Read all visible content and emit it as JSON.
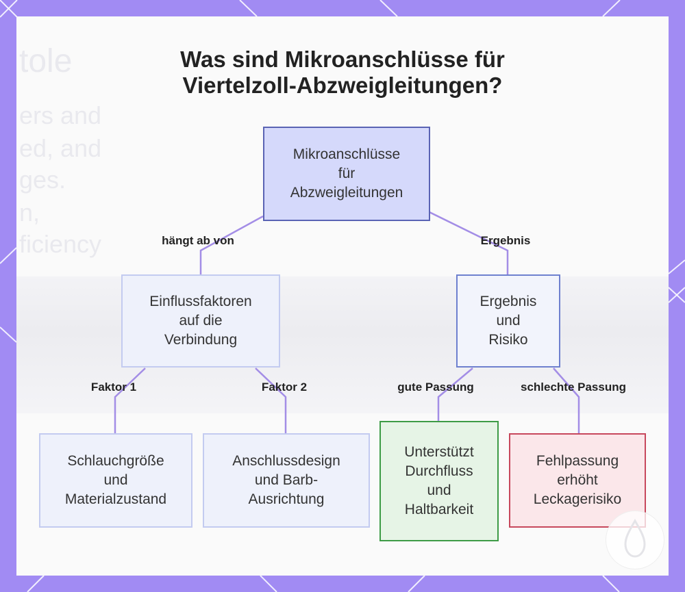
{
  "title": {
    "line1": "Was sind Mikroanschlüsse für",
    "line2": "Viertelzoll-Abzweigleitungen?"
  },
  "background_fragments": [
    "tole",
    "ers and",
    "ed, and",
    "ges.",
    "n,",
    "ficiency"
  ],
  "nodes": {
    "root": "Mikroanschlüsse\nfür\nAbzweigleitungen",
    "factors": "Einflussfaktoren\nauf die\nVerbindung",
    "result": "Ergebnis\nund\nRisiko",
    "hose": "Schlauchgröße\nund\nMaterialzustand",
    "design": "Anschlussdesign\nund Barb-\nAusrichtung",
    "good": "Unterstützt\nDurchfluss\nund\nHaltbarkeit",
    "bad": "Fehlpassung\nerhöht\nLeckagerisiko"
  },
  "edges": {
    "depends": "hängt ab von",
    "result": "Ergebnis",
    "factor1": "Faktor 1",
    "factor2": "Faktor 2",
    "good_fit": "gute Passung",
    "bad_fit": "schlechte Passung"
  },
  "colors": {
    "frame": "#a18bf3",
    "root_fill": "#d5d9fb",
    "root_border": "#5a63b4",
    "factor_fill": "#eef1fb",
    "factor_border": "#c3cbf0",
    "result_fill": "#f2f4fc",
    "result_border": "#6e80cf",
    "good_fill": "#e6f4e6",
    "good_border": "#3d9b46",
    "bad_fill": "#fbe7ea",
    "bad_border": "#c7475c",
    "connector": "#a38de6"
  }
}
